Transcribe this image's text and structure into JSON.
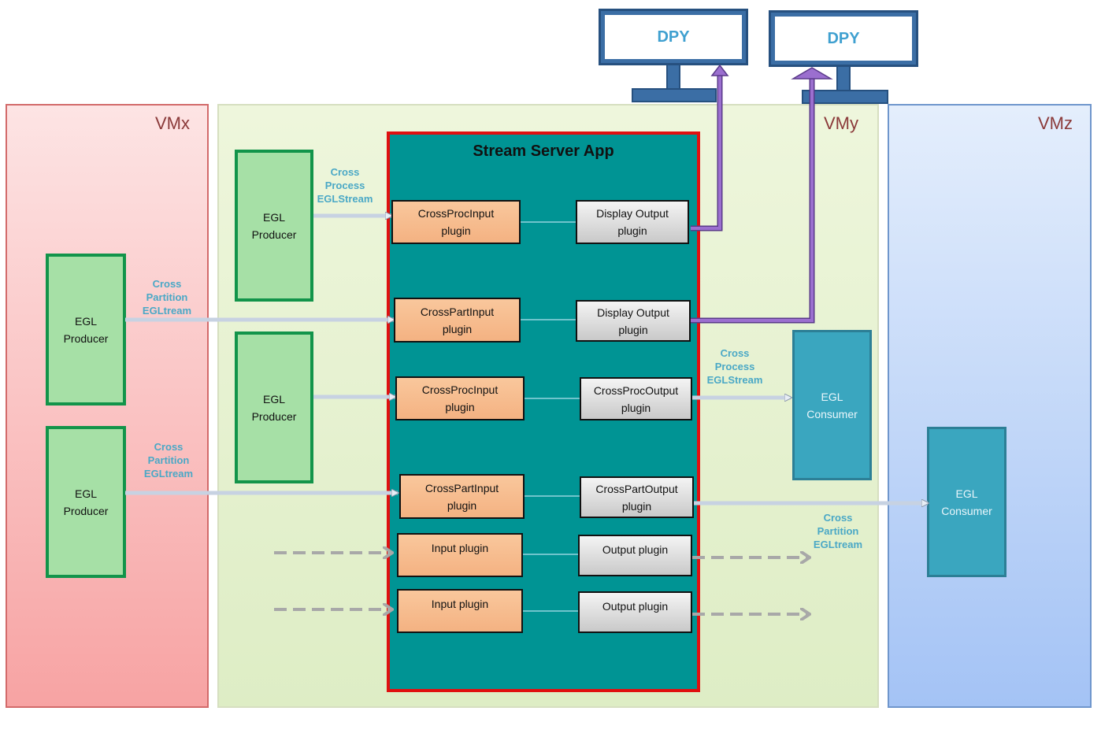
{
  "vms": {
    "vmx": "VMx",
    "vmy": "VMy",
    "vmz": "VMz"
  },
  "displays": {
    "dpy1": "DPY",
    "dpy2": "DPY"
  },
  "app": {
    "title": "Stream Server App"
  },
  "producers": [
    {
      "line1": "EGL",
      "line2": "Producer"
    },
    {
      "line1": "EGL",
      "line2": "Producer"
    },
    {
      "line1": "EGL",
      "line2": "Producer"
    },
    {
      "line1": "EGL",
      "line2": "Producer"
    }
  ],
  "consumers": [
    {
      "line1": "EGL",
      "line2": "Consumer"
    },
    {
      "line1": "EGL",
      "line2": "Consumer"
    }
  ],
  "input_plugins": [
    {
      "line1": "CrossProcInput",
      "line2": "plugin"
    },
    {
      "line1": "CrossPartInput",
      "line2": "plugin"
    },
    {
      "line1": "CrossProcInput",
      "line2": "plugin"
    },
    {
      "line1": "CrossPartInput",
      "line2": "plugin"
    },
    {
      "line1": "Input plugin",
      "line2": ""
    },
    {
      "line1": "Input plugin",
      "line2": ""
    }
  ],
  "output_plugins": [
    {
      "line1": "Display Output",
      "line2": "plugin"
    },
    {
      "line1": "Display Output",
      "line2": "plugin"
    },
    {
      "line1": "CrossProcOutput",
      "line2": "plugin"
    },
    {
      "line1": "CrossPartOutput",
      "line2": "plugin"
    },
    {
      "line1": "Output plugin",
      "line2": ""
    },
    {
      "line1": "Output plugin",
      "line2": ""
    }
  ],
  "labels": {
    "cross_process_1": [
      "Cross",
      "Process",
      "EGLStream"
    ],
    "cross_partition_1": [
      "Cross",
      "Partition",
      "EGLtream"
    ],
    "cross_partition_2": [
      "Cross",
      "Partition",
      "EGLtream"
    ],
    "cross_process_2": [
      "Cross",
      "Process",
      "EGLStream"
    ],
    "cross_partition_3": [
      "Cross",
      "Partition",
      "EGLtream"
    ]
  },
  "colors": {
    "vmx_fill": "#fbc0c0",
    "vmy_fill": "#e4f0cb",
    "vmz_fill": "#c7dbf7",
    "app_fill": "#009494",
    "app_border": "#e01010",
    "display_link": "#8a5cc0"
  }
}
